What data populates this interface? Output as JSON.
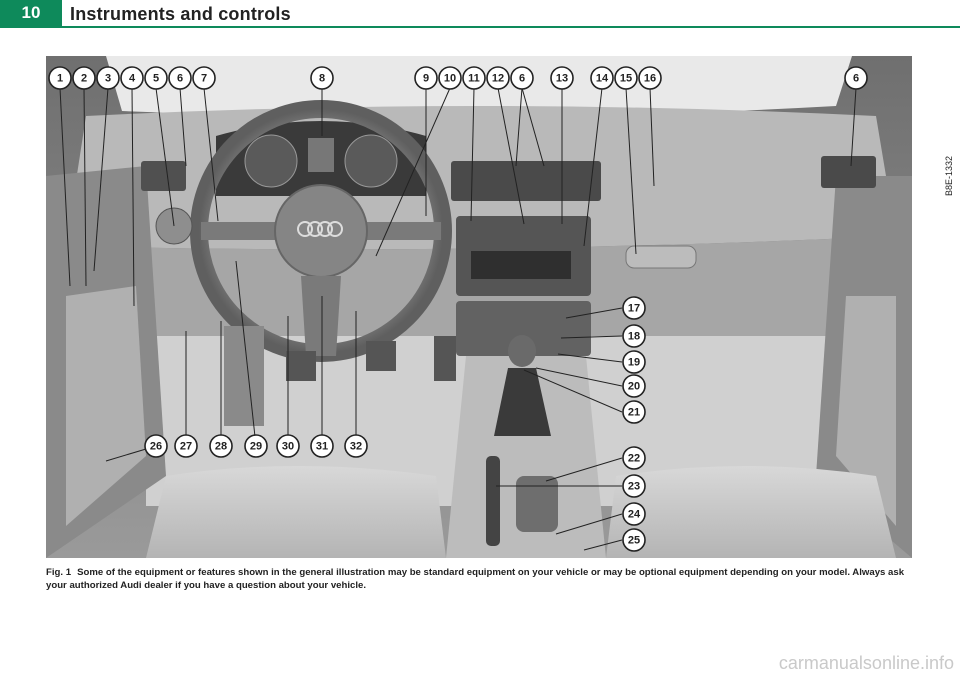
{
  "header": {
    "page_number": "10",
    "title": "Instruments and controls"
  },
  "figure": {
    "side_code": "B8E-1332",
    "callouts_top": [
      "1",
      "2",
      "3",
      "4",
      "5",
      "6",
      "7",
      "8",
      "9",
      "10",
      "11",
      "12",
      "6",
      "13",
      "14",
      "15",
      "16",
      "6"
    ],
    "callouts_right": [
      "17",
      "18",
      "19",
      "20",
      "21",
      "22",
      "23",
      "24",
      "25"
    ],
    "callouts_bottom": [
      "26",
      "27",
      "28",
      "29",
      "30",
      "31",
      "32"
    ]
  },
  "caption": {
    "label": "Fig. 1",
    "text": "Some of the equipment or features shown in the general illustration may be standard equipment on your vehicle or may be optional equipment depending on your model. Always ask your authorized Audi dealer if you have a question about your vehicle."
  },
  "watermark": "carmanualsonline.info"
}
